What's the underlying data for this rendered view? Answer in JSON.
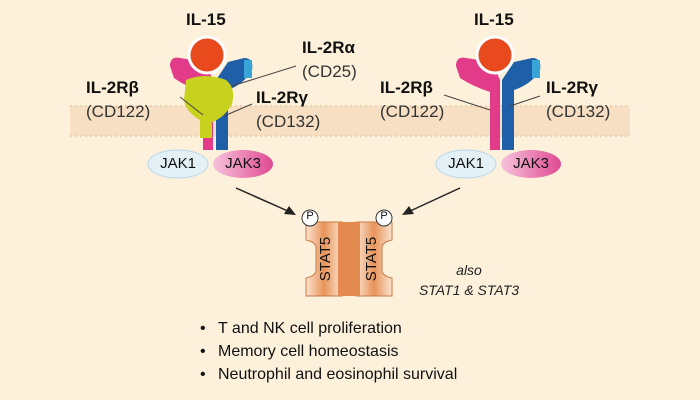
{
  "left_receptor": {
    "ligand": "IL-15",
    "alpha_name": "IL-2Rα",
    "alpha_cd": "(CD25)",
    "beta_name": "IL-2Rβ",
    "beta_cd": "(CD122)",
    "gamma_name": "IL-2Rγ",
    "gamma_cd": "(CD132)",
    "jak1": "JAK1",
    "jak3": "JAK3"
  },
  "right_receptor": {
    "ligand": "IL-15",
    "beta_name": "IL-2Rβ",
    "beta_cd": "(CD122)",
    "gamma_name": "IL-2Rγ",
    "gamma_cd": "(CD132)",
    "jak1": "JAK1",
    "jak3": "JAK3"
  },
  "stat": {
    "left_label": "STAT5",
    "right_label": "STAT5",
    "phospho": "P",
    "also_line1": "also",
    "also_line2": "STAT1 & STAT3"
  },
  "effects": [
    "T and NK cell proliferation",
    "Memory cell homeostasis",
    "Neutrophil and eosinophil survival"
  ],
  "colors": {
    "background": "#fdf1dc",
    "membrane": "#f6dfc3",
    "ligand": "#e84a1e",
    "beta_chain": "#e23b8a",
    "gamma_chain": "#1f5fa8",
    "alpha_chain": "#c8d21e",
    "jak1": "#e3f1f7",
    "jak3": "#ee7fb6",
    "stat5": "#e59a66"
  }
}
